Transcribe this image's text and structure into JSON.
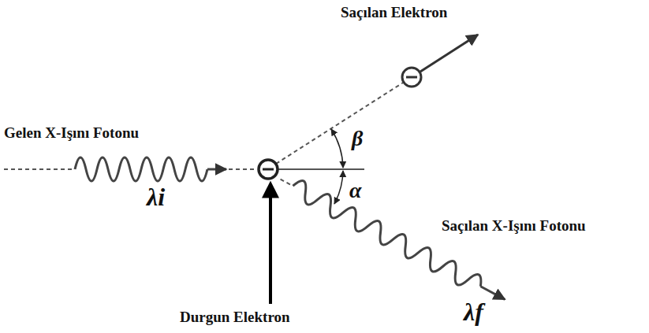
{
  "diagram": {
    "labels": [
      "Saçılan Elektron",
      "Gelen X-Işını Fotonu",
      "β",
      "α",
      "Saçılan X-Işını Fotonu",
      "λi",
      "Durgun Elektron",
      "λf"
    ]
  }
}
